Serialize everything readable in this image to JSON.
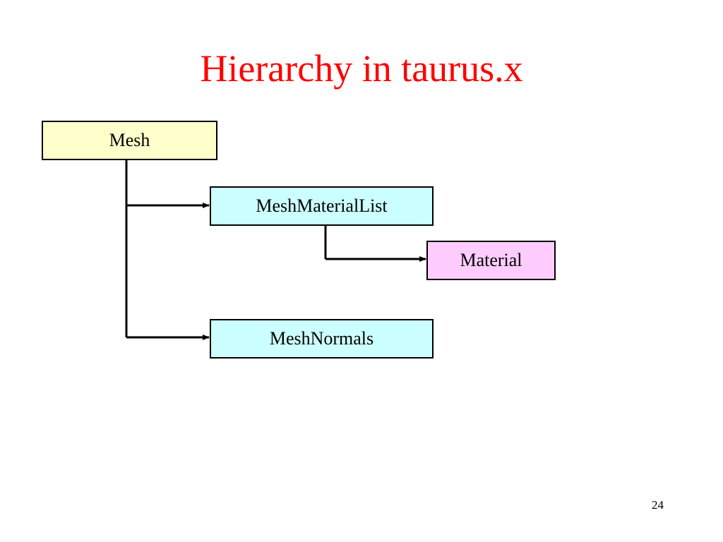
{
  "title": "Hierarchy in taurus.x",
  "colors": {
    "title": "#ff0000",
    "mesh_fill": "#ffffcc",
    "child_fill": "#ccffff",
    "material_fill": "#ffccff",
    "line": "#000000"
  },
  "nodes": {
    "mesh": "Mesh",
    "mesh_material_list": "MeshMaterialList",
    "material": "Material",
    "mesh_normals": "MeshNormals"
  },
  "edges": [
    {
      "from": "Mesh",
      "to": "MeshMaterialList"
    },
    {
      "from": "MeshMaterialList",
      "to": "Material"
    },
    {
      "from": "Mesh",
      "to": "MeshNormals"
    }
  ],
  "page_number": "24"
}
